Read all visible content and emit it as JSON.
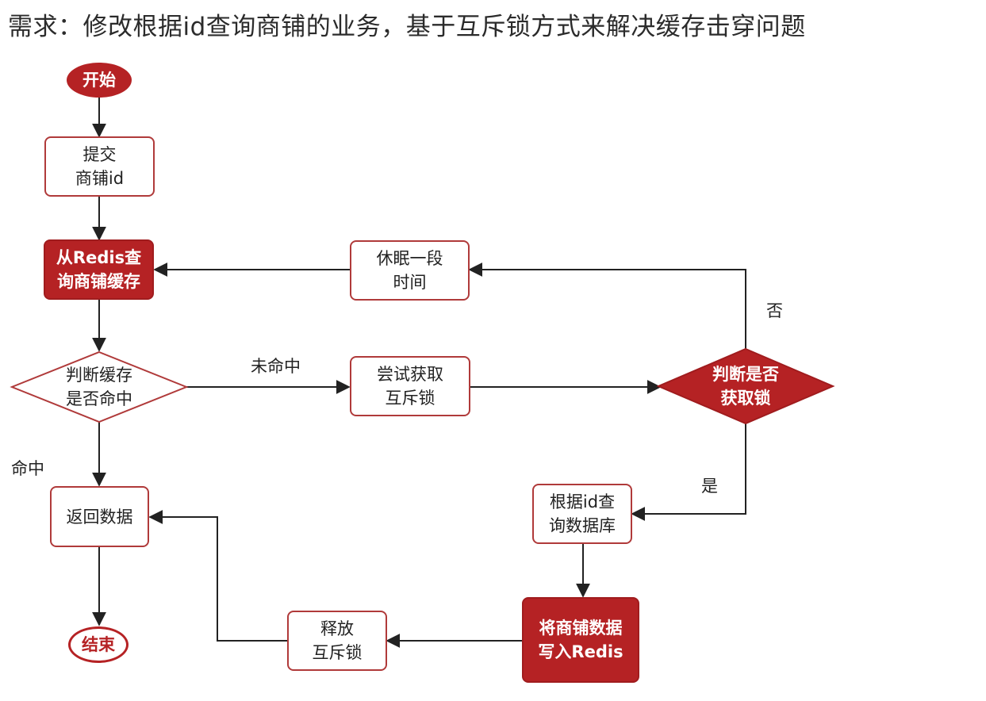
{
  "title": "需求：修改根据id查询商铺的业务，基于互斥锁方式来解决缓存击穿问题",
  "nodes": {
    "start": "开始",
    "submit_id": "提交\n商铺id",
    "query_redis": "从Redis查\n询商铺缓存",
    "sleep": "休眠一段\n时间",
    "judge_cache": "判断缓存\n是否命中",
    "try_lock": "尝试获取\n互斥锁",
    "judge_lock": "判断是否\n获取锁",
    "return_data": "返回数据",
    "query_db": "根据id查\n询数据库",
    "write_redis": "将商铺数据\n写入Redis",
    "release_lock": "释放\n互斥锁",
    "end": "结束"
  },
  "edge_labels": {
    "miss": "未命中",
    "hit": "命中",
    "no": "否",
    "yes": "是"
  },
  "colors": {
    "accent": "#b52224",
    "line": "#222222"
  }
}
